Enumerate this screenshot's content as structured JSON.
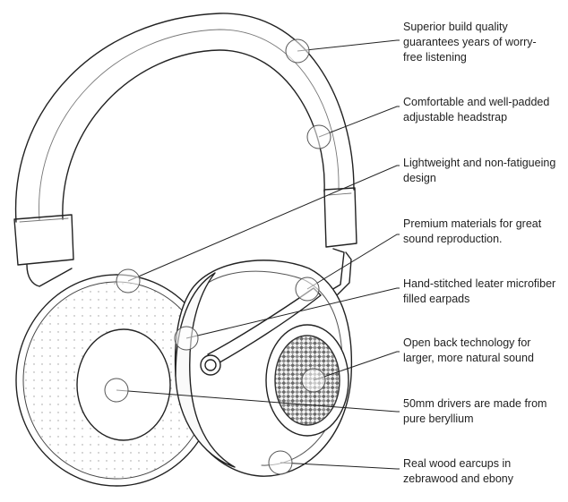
{
  "callouts": [
    "Superior build quality\nguarantees years of worry-\nfree listening",
    "Comfortable and well-padded\nadjustable headstrap",
    "Lightweight and non-fatigueing\ndesign",
    "Premium materials for great\nsound reproduction.",
    "Hand-stitched leater microfiber\nfilled earpads",
    "Open back technology for\nlarger, more natural sound",
    "50mm drivers are made from\npure beryllium",
    "Real wood earcups in\nzebrawood and ebony"
  ]
}
